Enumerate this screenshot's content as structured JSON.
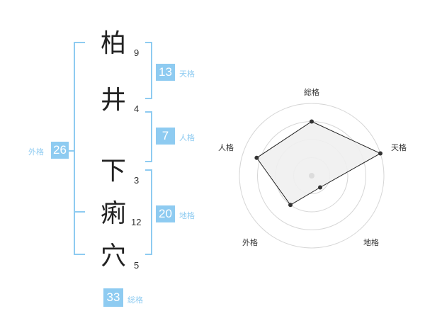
{
  "name": {
    "chars": [
      {
        "char": "柏",
        "strokes": "9"
      },
      {
        "char": "井",
        "strokes": "4"
      },
      {
        "char": "下",
        "strokes": "3"
      },
      {
        "char": "痢",
        "strokes": "12"
      },
      {
        "char": "穴",
        "strokes": "5"
      }
    ]
  },
  "kakusu": {
    "tenkaku": {
      "value": "13",
      "label": "天格"
    },
    "jinkaku": {
      "value": "7",
      "label": "人格"
    },
    "chikaku": {
      "value": "20",
      "label": "地格"
    },
    "gaikaku": {
      "value": "26",
      "label": "外格"
    },
    "soukaku": {
      "value": "33",
      "label": "総格"
    }
  },
  "colors": {
    "accent": "#8ecbf1",
    "text": "#222222",
    "radar_fill": "#efefef"
  },
  "chart_data": {
    "type": "radar",
    "axes": [
      "総格",
      "天格",
      "地格",
      "外格",
      "人格"
    ],
    "values": [
      0.75,
      1.0,
      0.2,
      0.5,
      0.8
    ],
    "max": 1.0,
    "rings": 4
  }
}
